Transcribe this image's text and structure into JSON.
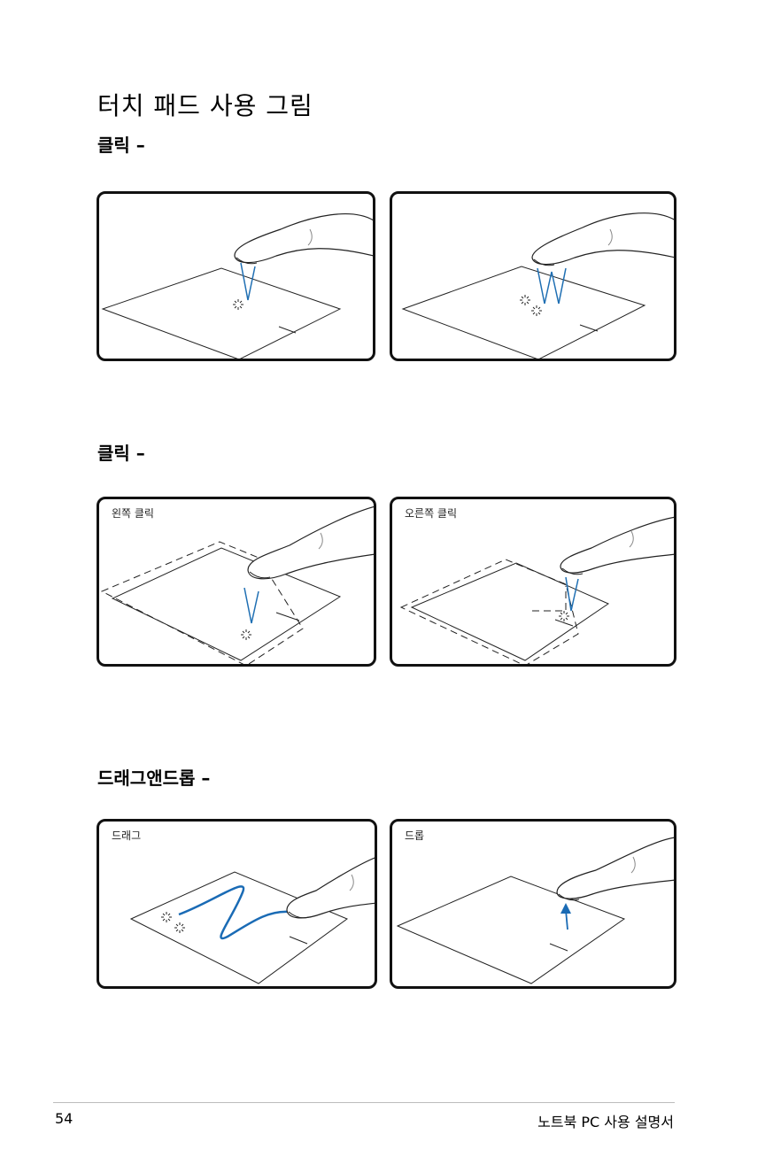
{
  "page": {
    "title": "터치 패드 사용 그림",
    "sections": [
      {
        "heading": "클릭 –"
      },
      {
        "heading": "클릭 –",
        "labels": [
          "왼쪽 클릭",
          "오른쪽 클릭"
        ]
      },
      {
        "heading": "드래그앤드롭 –",
        "labels": [
          "드래그",
          "드롭"
        ]
      }
    ]
  },
  "footer": {
    "page_number": "54",
    "manual_title": "노트북 PC 사용 설명서"
  },
  "colors": {
    "tap_stroke": "#1f6fb3",
    "drag_path": "#1a6bb5",
    "outline": "#222222"
  }
}
